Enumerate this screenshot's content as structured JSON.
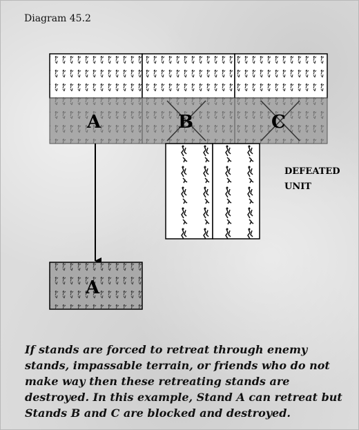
{
  "title": "Diagram 45.2",
  "stands": {
    "a": "A",
    "b": "B",
    "c": "C",
    "a_retreated": "A"
  },
  "defeated_unit": {
    "line1": "DEFEATED",
    "line2": "UNIT"
  },
  "caption": "If stands are forced to retreat through enemy stands, impassable terrain, or friends who do not make way then these retreating stands are destroyed. In this example, Stand A can retreat but Stands B and C are blocked and destroyed."
}
